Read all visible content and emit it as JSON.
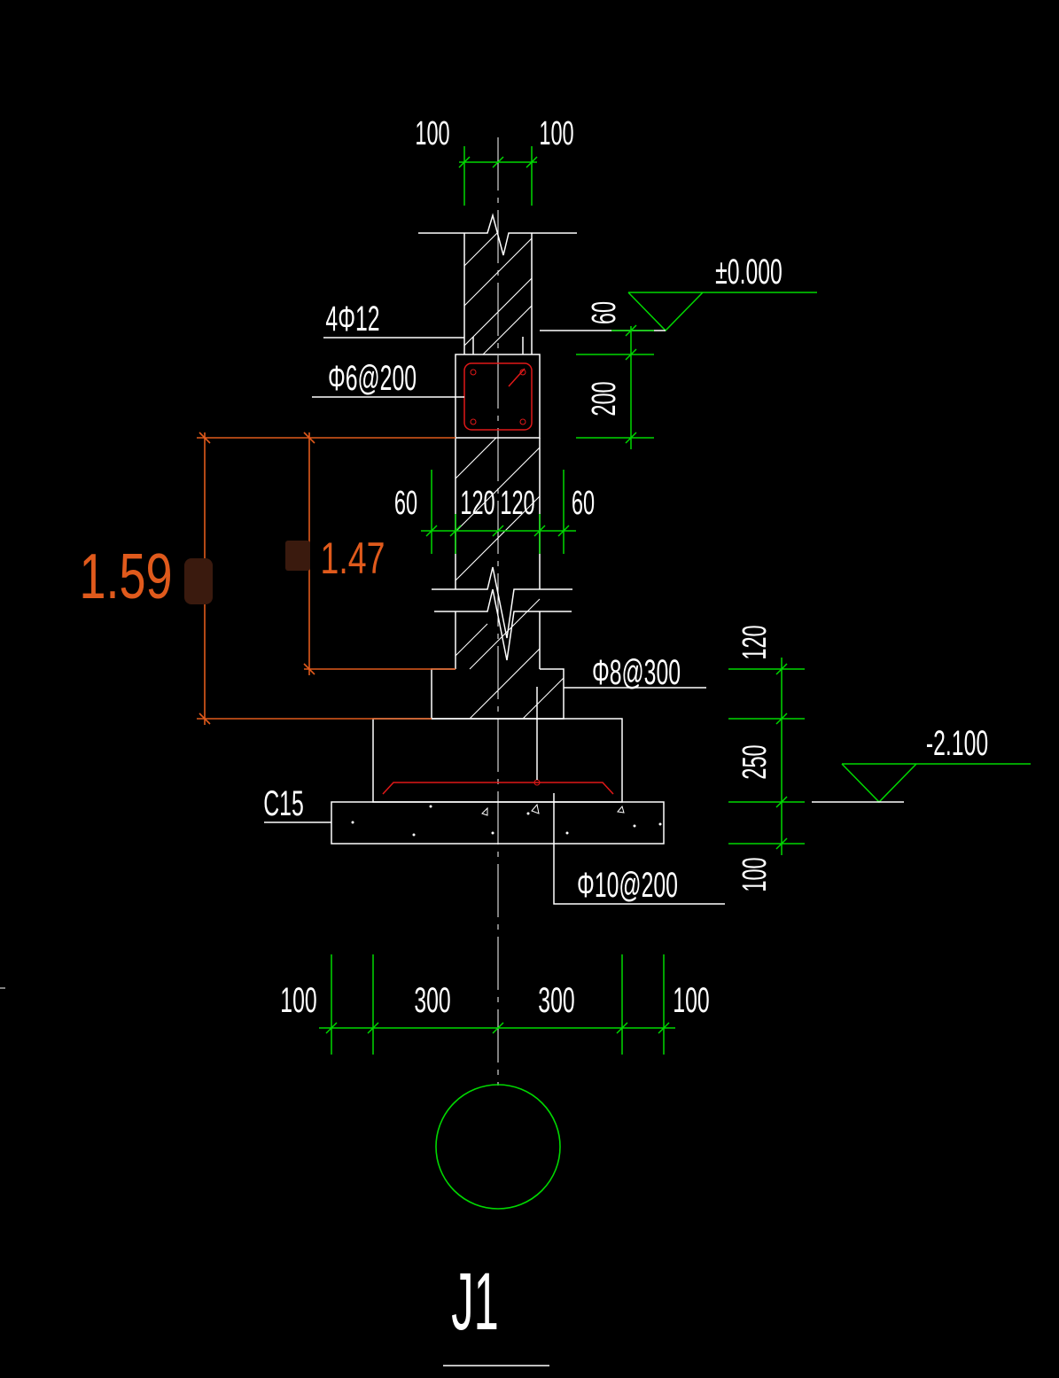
{
  "title": "J1",
  "colors": {
    "background": "#000000",
    "dimension": "#00d800",
    "outline": "#ffffff",
    "rebar": "#e01818",
    "measure": "#e05a1c",
    "axis_bubble": "#00d800"
  },
  "top_dims": {
    "left": "100",
    "right": "100"
  },
  "elevation_top": "±0.000",
  "elevation_bottom": "-2.100",
  "rebar_labels": {
    "main_bars": "4Φ12",
    "stirrups": "Φ6@200",
    "bottom_wall": "Φ8@300",
    "footing": "Φ10@200"
  },
  "cushion_label": "C15",
  "wall_dims": [
    "60",
    "120",
    "120",
    "60"
  ],
  "right_dims_upper": [
    "60",
    "200"
  ],
  "right_dims_lower": [
    "120",
    "250",
    "100"
  ],
  "bottom_dims": [
    "100",
    "300",
    "300",
    "100"
  ],
  "measurements": {
    "outer": "1.59",
    "inner": "1.47"
  }
}
